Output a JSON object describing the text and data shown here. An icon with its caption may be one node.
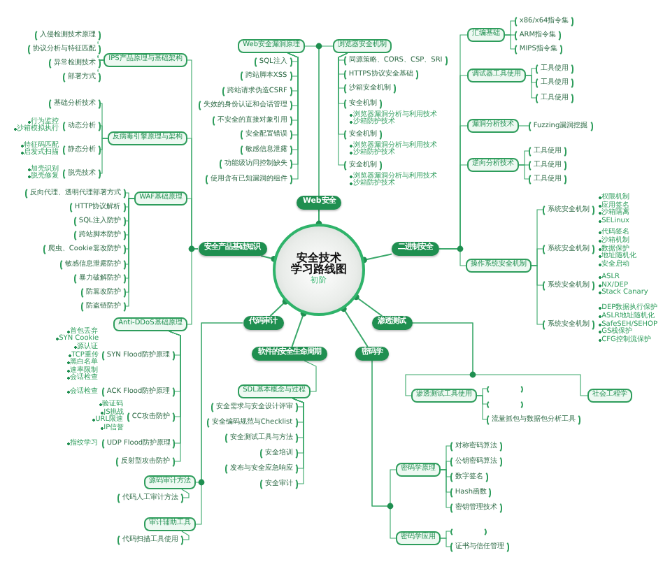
{
  "diagram": {
    "nodes": [
      {
        "text": [
          "安全技术",
          "学习路线图",
          "初阶"
        ]
      },
      {
        "text": [
          "Web安全"
        ]
      },
      {
        "text": [
          "二进制安全"
        ]
      },
      {
        "text": [
          "渗透测试"
        ]
      },
      {
        "text": [
          "密码学"
        ]
      },
      {
        "text": [
          "软件的安全生命周期"
        ]
      },
      {
        "text": [
          "代码审计"
        ]
      },
      {
        "text": [
          "安全产品基础知识"
        ]
      },
      {
        "text": [
          "Web安全漏洞原理"
        ]
      },
      {
        "text": [
          "SQL注入"
        ]
      },
      {
        "text": [
          "跨站脚本XSS"
        ]
      },
      {
        "text": [
          "跨站请求伪造CSRF"
        ]
      },
      {
        "text": [
          "失效的身份认证和会话管理"
        ]
      },
      {
        "text": [
          "不安全的直接对象引用"
        ]
      },
      {
        "text": [
          "安全配置错误"
        ]
      },
      {
        "text": [
          "敏感信息泄露"
        ]
      },
      {
        "text": [
          "功能级访问控制缺失"
        ]
      },
      {
        "text": [
          "使用含有已知漏洞的组件"
        ]
      },
      {
        "text": [
          "浏览器安全机制"
        ]
      },
      {
        "text": [
          "同源策略、CORS、CSP、SRI"
        ]
      },
      {
        "text": [
          "HTTPS协议安全基础"
        ]
      },
      {
        "text": [
          "沙箱安全机制"
        ]
      },
      {
        "text": [
          "安全机制"
        ],
        "beside": [
          "浏览器漏洞分析与利用技术",
          "沙箱防护技术"
        ]
      },
      {
        "text": [
          "安全机制"
        ],
        "beside": [
          "浏览器漏洞分析与利用技术",
          "沙箱防护技术"
        ]
      },
      {
        "text": [
          "安全机制"
        ],
        "beside": [
          "浏览器漏洞分析与利用技术",
          "沙箱防护技术"
        ]
      },
      {
        "text": [
          "IPS产品原理与基础架构"
        ]
      },
      {
        "text": [
          "入侵检测技术原理"
        ]
      },
      {
        "text": [
          "协议分析与特征匹配"
        ]
      },
      {
        "text": [
          "异常检测技术"
        ]
      },
      {
        "text": [
          "部署方式"
        ]
      },
      {
        "text": [
          "反病毒引擎原理与架构"
        ]
      },
      {
        "text": [
          "基础分析技术"
        ]
      },
      {
        "text": [
          "动态分析"
        ],
        "beside": [
          "行为监控",
          "沙箱模拟执行"
        ]
      },
      {
        "text": [
          "静态分析"
        ],
        "beside": [
          "特征码匹配",
          "启发式扫描"
        ]
      },
      {
        "text": [
          "脱壳技术"
        ],
        "beside": [
          "加壳识别",
          "脱壳修复"
        ]
      },
      {
        "text": [
          "WAF基础原理"
        ]
      },
      {
        "text": [
          "反向代理、透明代理部署方式"
        ]
      },
      {
        "text": [
          "HTTP协议解析"
        ]
      },
      {
        "text": [
          "SQL注入防护"
        ]
      },
      {
        "text": [
          "跨站脚本防护"
        ]
      },
      {
        "text": [
          "爬虫、Cookie篡改防护"
        ]
      },
      {
        "text": [
          "敏感信息泄露防护"
        ]
      },
      {
        "text": [
          "暴力破解防护"
        ]
      },
      {
        "text": [
          "防篡改防护"
        ]
      },
      {
        "text": [
          "防盗链防护"
        ]
      },
      {
        "text": [
          "Anti-DDoS基础原理"
        ]
      },
      {
        "text": [
          "SYN Flood防护原理"
        ],
        "beside": [
          "首包丢弃",
          "SYN Cookie",
          "源认证",
          "TCP重传",
          "黑白名单",
          "速率限制",
          "会话检查"
        ]
      },
      {
        "text": [
          "ACK Flood防护原理"
        ],
        "beside": [
          "会话检查"
        ]
      },
      {
        "text": [
          "CC攻击防护"
        ],
        "beside": [
          "验证码",
          "JS挑战",
          "URL限速",
          "IP信誉"
        ]
      },
      {
        "text": [
          "UDP Flood防护原理"
        ],
        "beside": [
          "指纹学习"
        ]
      },
      {
        "text": [
          "反射型攻击防护"
        ]
      },
      {
        "text": [
          "源码审计方法"
        ]
      },
      {
        "text": [
          "代码人工审计方法"
        ]
      },
      {
        "text": [
          "审计辅助工具"
        ]
      },
      {
        "text": [
          "代码扫描工具使用"
        ]
      },
      {
        "text": [
          "SDL基本概念与过程"
        ]
      },
      {
        "text": [
          "安全需求与安全设计评审"
        ]
      },
      {
        "text": [
          "安全编码规范与Checklist"
        ]
      },
      {
        "text": [
          "安全测试工具与方法"
        ]
      },
      {
        "text": [
          "安全培训"
        ]
      },
      {
        "text": [
          "发布与安全应急响应"
        ]
      },
      {
        "text": [
          "安全审计"
        ]
      },
      {
        "text": [
          "密码学原理"
        ]
      },
      {
        "text": [
          "对称密码算法"
        ]
      },
      {
        "text": [
          "公钥密码算法"
        ]
      },
      {
        "text": [
          "数字签名"
        ]
      },
      {
        "text": [
          "Hash函数"
        ]
      },
      {
        "text": [
          "密钥管理技术"
        ]
      },
      {
        "text": [
          "密码学应用"
        ]
      },
      {
        "text": [],
        "shape": "box"
      },
      {
        "text": [
          "证书与信任管理"
        ]
      },
      {
        "text": [
          "渗透测试工具使用"
        ]
      },
      {
        "text": [],
        "shape": "box"
      },
      {
        "text": [],
        "shape": "box"
      },
      {
        "text": [
          "流量抓包与数据包分析工具"
        ]
      },
      {
        "text": [
          "社会工程学"
        ]
      },
      {
        "text": [
          "汇编基础"
        ]
      },
      {
        "text": [
          "x86/x64指令集"
        ]
      },
      {
        "text": [
          "ARM指令集"
        ]
      },
      {
        "text": [
          "MIPS指令集"
        ]
      },
      {
        "text": [
          "调试器工具使用"
        ]
      },
      {
        "text": [
          "工具使用"
        ]
      },
      {
        "text": [
          "工具使用"
        ]
      },
      {
        "text": [
          "工具使用"
        ]
      },
      {
        "text": [
          "漏洞分析技术"
        ]
      },
      {
        "text": [
          "Fuzzing漏洞挖掘"
        ]
      },
      {
        "text": [
          "逆向分析技术"
        ]
      },
      {
        "text": [
          "工具使用"
        ]
      },
      {
        "text": [
          "工具使用"
        ]
      },
      {
        "text": [
          "工具使用"
        ]
      },
      {
        "text": [
          "操作系统安全机制"
        ]
      },
      {
        "text": [
          "系统安全机制"
        ],
        "beside": [
          "权限机制",
          "应用签名",
          "沙箱隔离",
          "SELinux"
        ]
      },
      {
        "text": [
          "系统安全机制"
        ],
        "beside": [
          "代码签名",
          "沙箱机制",
          "数据保护",
          "地址随机化",
          "安全启动"
        ]
      },
      {
        "text": [
          "系统安全机制"
        ],
        "beside": [
          "ASLR",
          "NX/DEP",
          "Stack Canary"
        ]
      },
      {
        "text": [
          "系统安全机制"
        ],
        "beside": [
          "DEP数据执行保护",
          "ASLR地址随机化",
          "SafeSEH/SEHOP",
          "GS栈保护",
          "CFG控制流保护"
        ]
      }
    ],
    "edges": [
      {
        "from": 0,
        "to": 1,
        "arrow": "none"
      },
      {
        "from": 0,
        "to": 2,
        "arrow": "none"
      },
      {
        "from": 0,
        "to": 3,
        "arrow": "none"
      },
      {
        "from": 0,
        "to": 4,
        "arrow": "none"
      },
      {
        "from": 0,
        "to": 5,
        "arrow": "none"
      },
      {
        "from": 0,
        "to": 6,
        "arrow": "none"
      },
      {
        "from": 0,
        "to": 7,
        "arrow": "none"
      },
      {
        "from": 1,
        "to": 8,
        "arrow": "none"
      },
      {
        "from": 8,
        "to": 9,
        "arrow": "none"
      },
      {
        "from": 8,
        "to": 10,
        "arrow": "none"
      },
      {
        "from": 8,
        "to": 11,
        "arrow": "none"
      },
      {
        "from": 8,
        "to": 12,
        "arrow": "none"
      },
      {
        "from": 8,
        "to": 13,
        "arrow": "none"
      },
      {
        "from": 8,
        "to": 14,
        "arrow": "none"
      },
      {
        "from": 8,
        "to": 15,
        "arrow": "none"
      },
      {
        "from": 8,
        "to": 16,
        "arrow": "none"
      },
      {
        "from": 8,
        "to": 17,
        "arrow": "none"
      },
      {
        "from": 1,
        "to": 18,
        "arrow": "none"
      },
      {
        "from": 18,
        "to": 19,
        "arrow": "none"
      },
      {
        "from": 18,
        "to": 20,
        "arrow": "none"
      },
      {
        "from": 18,
        "to": 21,
        "arrow": "none"
      },
      {
        "from": 18,
        "to": 22,
        "arrow": "none"
      },
      {
        "from": 18,
        "to": 23,
        "arrow": "none"
      },
      {
        "from": 18,
        "to": 24,
        "arrow": "none"
      },
      {
        "from": 7,
        "to": 25,
        "arrow": "none"
      },
      {
        "from": 25,
        "to": 26,
        "arrow": "none"
      },
      {
        "from": 25,
        "to": 27,
        "arrow": "none"
      },
      {
        "from": 25,
        "to": 28,
        "arrow": "none"
      },
      {
        "from": 25,
        "to": 29,
        "arrow": "none"
      },
      {
        "from": 7,
        "to": 30,
        "arrow": "none"
      },
      {
        "from": 30,
        "to": 31,
        "arrow": "none"
      },
      {
        "from": 30,
        "to": 32,
        "arrow": "none"
      },
      {
        "from": 30,
        "to": 33,
        "arrow": "none"
      },
      {
        "from": 30,
        "to": 34,
        "arrow": "none"
      },
      {
        "from": 7,
        "to": 35,
        "arrow": "none"
      },
      {
        "from": 35,
        "to": 36,
        "arrow": "none"
      },
      {
        "from": 35,
        "to": 37,
        "arrow": "none"
      },
      {
        "from": 35,
        "to": 38,
        "arrow": "none"
      },
      {
        "from": 35,
        "to": 39,
        "arrow": "none"
      },
      {
        "from": 35,
        "to": 40,
        "arrow": "none"
      },
      {
        "from": 35,
        "to": 41,
        "arrow": "none"
      },
      {
        "from": 35,
        "to": 42,
        "arrow": "none"
      },
      {
        "from": 35,
        "to": 43,
        "arrow": "none"
      },
      {
        "from": 35,
        "to": 44,
        "arrow": "none"
      },
      {
        "from": 7,
        "to": 45,
        "arrow": "none"
      },
      {
        "from": 45,
        "to": 46,
        "arrow": "none"
      },
      {
        "from": 45,
        "to": 47,
        "arrow": "none"
      },
      {
        "from": 45,
        "to": 48,
        "arrow": "none"
      },
      {
        "from": 45,
        "to": 49,
        "arrow": "none"
      },
      {
        "from": 45,
        "to": 50,
        "arrow": "none"
      },
      {
        "from": 6,
        "to": 51,
        "arrow": "none"
      },
      {
        "from": 51,
        "to": 52,
        "arrow": "none"
      },
      {
        "from": 6,
        "to": 53,
        "arrow": "none"
      },
      {
        "from": 53,
        "to": 54,
        "arrow": "none"
      },
      {
        "from": 5,
        "to": 55,
        "arrow": "none"
      },
      {
        "from": 55,
        "to": 56,
        "arrow": "none"
      },
      {
        "from": 55,
        "to": 57,
        "arrow": "none"
      },
      {
        "from": 55,
        "to": 58,
        "arrow": "none"
      },
      {
        "from": 55,
        "to": 59,
        "arrow": "none"
      },
      {
        "from": 55,
        "to": 60,
        "arrow": "none"
      },
      {
        "from": 55,
        "to": 61,
        "arrow": "none"
      },
      {
        "from": 4,
        "to": 62,
        "arrow": "none"
      },
      {
        "from": 62,
        "to": 63,
        "arrow": "none"
      },
      {
        "from": 62,
        "to": 64,
        "arrow": "none"
      },
      {
        "from": 62,
        "to": 65,
        "arrow": "none"
      },
      {
        "from": 62,
        "to": 66,
        "arrow": "none"
      },
      {
        "from": 62,
        "to": 67,
        "arrow": "none"
      },
      {
        "from": 4,
        "to": 68,
        "arrow": "none"
      },
      {
        "from": 68,
        "to": 69,
        "arrow": "none"
      },
      {
        "from": 68,
        "to": 70,
        "arrow": "none"
      },
      {
        "from": 3,
        "to": 71,
        "arrow": "none"
      },
      {
        "from": 71,
        "to": 72,
        "arrow": "none"
      },
      {
        "from": 71,
        "to": 73,
        "arrow": "none"
      },
      {
        "from": 71,
        "to": 74,
        "arrow": "none"
      },
      {
        "from": 3,
        "to": 75,
        "arrow": "none"
      },
      {
        "from": 2,
        "to": 76,
        "arrow": "none"
      },
      {
        "from": 76,
        "to": 77,
        "arrow": "none"
      },
      {
        "from": 76,
        "to": 78,
        "arrow": "none"
      },
      {
        "from": 76,
        "to": 79,
        "arrow": "none"
      },
      {
        "from": 2,
        "to": 80,
        "arrow": "none"
      },
      {
        "from": 80,
        "to": 81,
        "arrow": "none"
      },
      {
        "from": 80,
        "to": 82,
        "arrow": "none"
      },
      {
        "from": 80,
        "to": 83,
        "arrow": "none"
      },
      {
        "from": 2,
        "to": 84,
        "arrow": "none"
      },
      {
        "from": 84,
        "to": 85,
        "arrow": "none"
      },
      {
        "from": 2,
        "to": 86,
        "arrow": "none"
      },
      {
        "from": 86,
        "to": 87,
        "arrow": "none"
      },
      {
        "from": 86,
        "to": 88,
        "arrow": "none"
      },
      {
        "from": 86,
        "to": 89,
        "arrow": "none"
      },
      {
        "from": 2,
        "to": 90,
        "arrow": "none"
      },
      {
        "from": 90,
        "to": 91,
        "arrow": "none"
      },
      {
        "from": 90,
        "to": 92,
        "arrow": "none"
      },
      {
        "from": 90,
        "to": 93,
        "arrow": "none"
      },
      {
        "from": 90,
        "to": 94,
        "arrow": "none"
      }
    ]
  }
}
